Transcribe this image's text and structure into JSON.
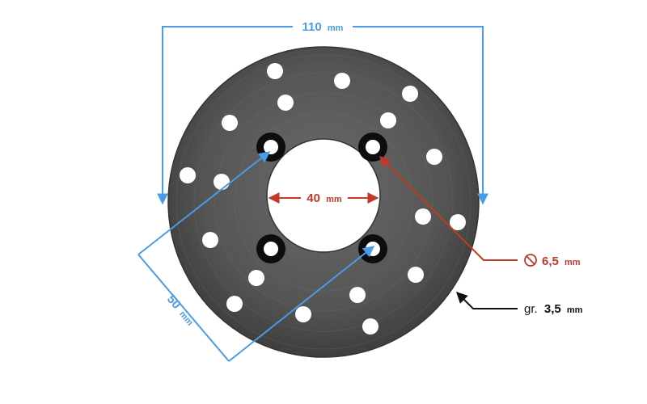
{
  "dimensions": {
    "outer_diameter": {
      "value": "110",
      "unit": "mm"
    },
    "center_hole": {
      "value": "40",
      "unit": "mm"
    },
    "bolt_spacing": {
      "value": "50",
      "unit": "mm"
    },
    "mount_hole": {
      "value": "6,5",
      "unit": "mm"
    },
    "thickness": {
      "prefix": "gr.",
      "value": "3,5",
      "unit": "mm"
    }
  },
  "colors": {
    "blue": "#4a9be8",
    "red": "#c0392b",
    "black": "#111111",
    "disc": "#5a5a5a"
  },
  "icons": {
    "diameter": "diameter-symbol-icon"
  }
}
